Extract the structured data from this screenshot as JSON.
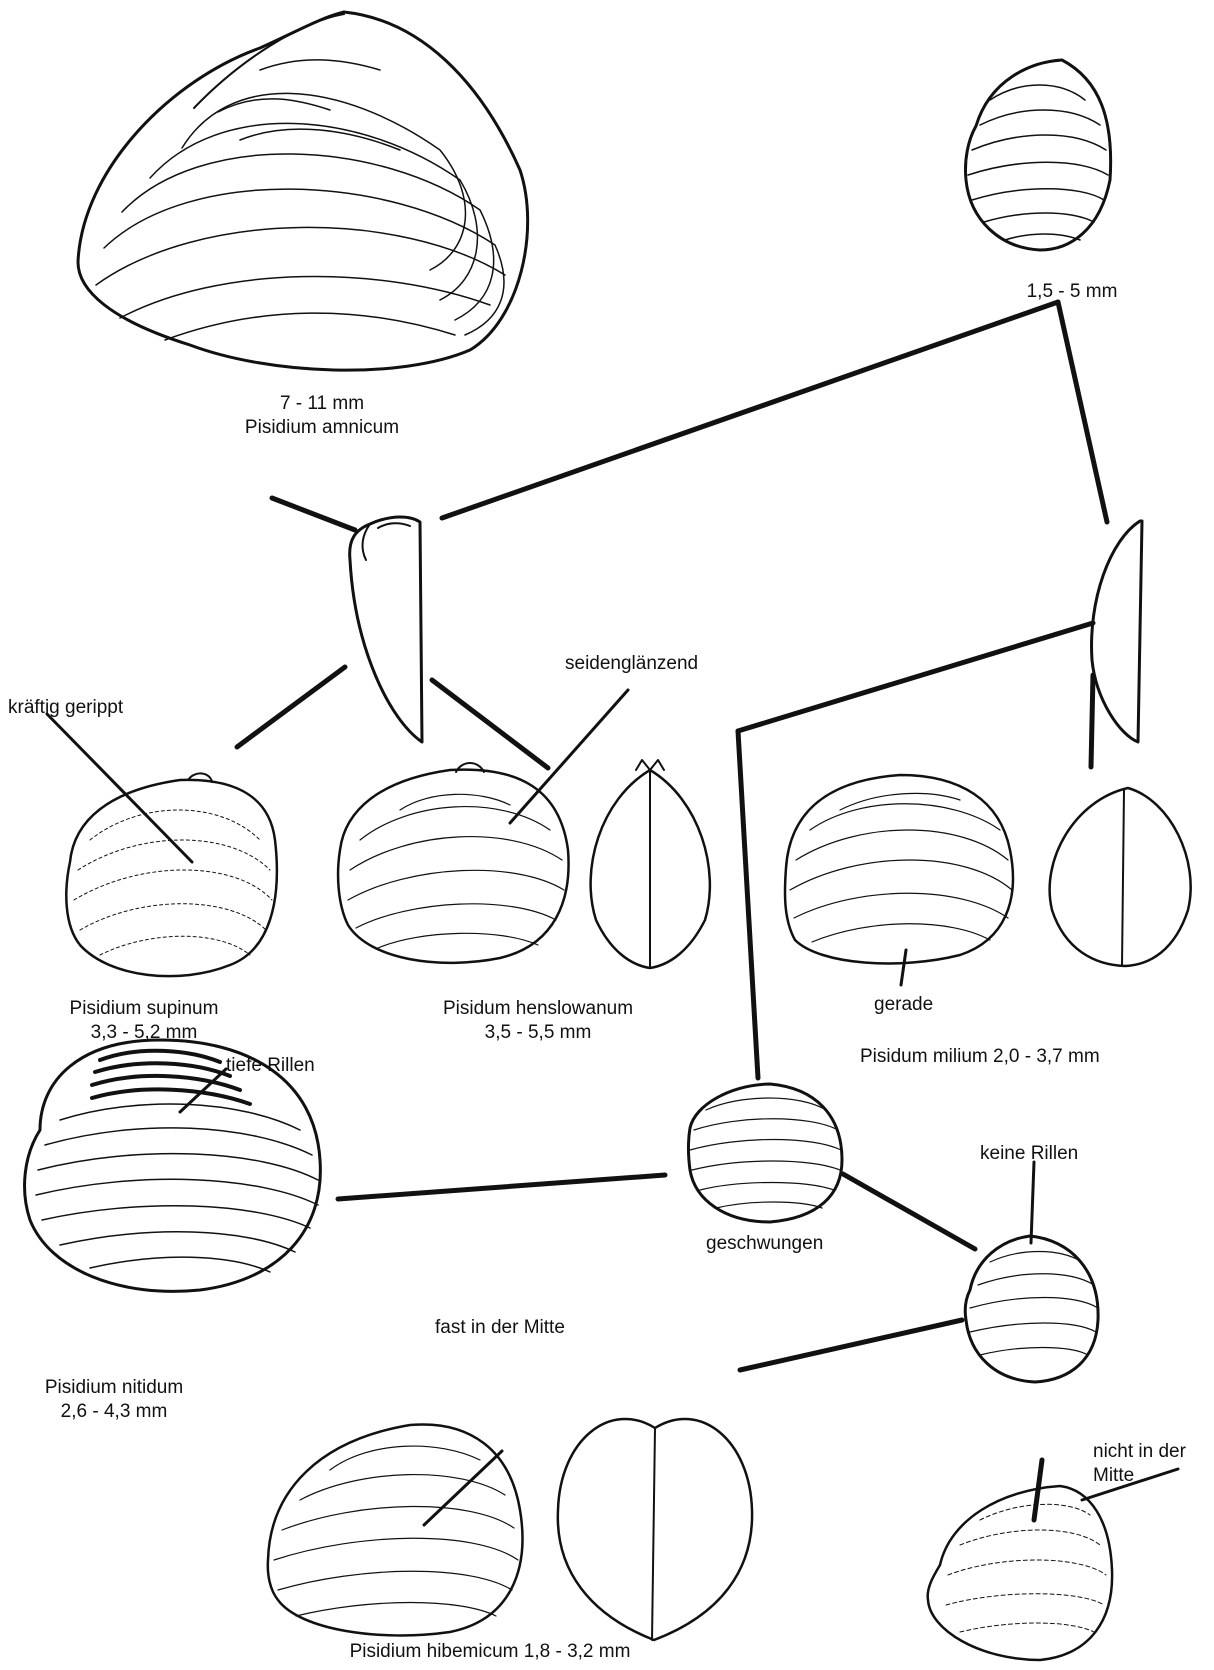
{
  "species": {
    "amnicum": {
      "size": "7 - 11 mm",
      "name": "Pisidium amnicum"
    },
    "small_shell": {
      "size": "1,5 - 5 mm"
    },
    "supinum": {
      "name": "Pisidium supinum",
      "size": "3,3 - 5,2 mm"
    },
    "henslowanum": {
      "name": "Pisidum henslowanum",
      "size": "3,5 - 5,5 mm"
    },
    "milium": {
      "name_size": "Pisidum milium 2,0 - 3,7 mm"
    },
    "nitidum": {
      "name": "Pisidium nitidum",
      "size": "2,6 - 4,3 mm"
    },
    "hibernicum": {
      "name_size": "Pisidium hibemicum 1,8 - 3,2 mm"
    }
  },
  "annotations": {
    "kraeftig_gerippt": "kräftig gerippt",
    "seidenglaenzend": "seidenglänzend",
    "gerade": "gerade",
    "tiefe_rillen": "tiefe Rillen",
    "geschwungen": "geschwungen",
    "keine_rillen": "keine Rillen",
    "fast_in_der_mitte": "fast in der Mitte",
    "nicht_in_der_mitte_1": "nicht in der",
    "nicht_in_der_mitte_2": "Mitte"
  },
  "colors": {
    "ink": "#111111",
    "paper": "#ffffff"
  }
}
